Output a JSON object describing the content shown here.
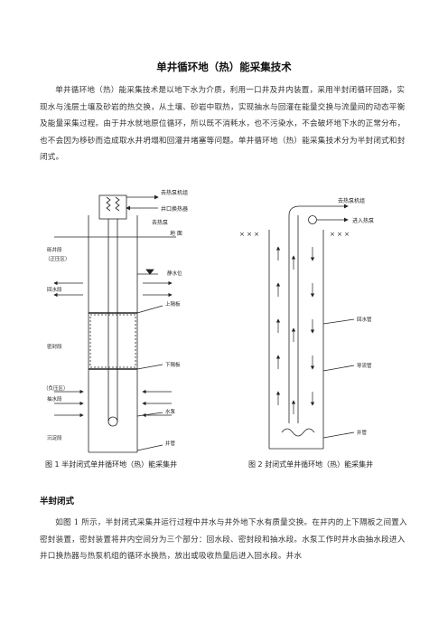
{
  "doc": {
    "title": "单井循环地（热）能采集技术",
    "intro": "单井循环地（热）能采集技术是以地下水为介质，利用一口井及井内装置，采用半封闭循环回路，实现水与浅层土壤及砂岩的热交换，从土壤、砂岩中取热，实现抽水与回灌在能量交换与流量间的动态平衡及能量采集过程。由于井水就地原位循环，所以既不消耗水，也不污染水，不会破坏地下水的正常分布，也不会因为移砂而造成取水井坍塌和回灌井堵塞等问题。单井循环地（热）能采集技术分为半封闭式和封闭式。",
    "fig1_caption": "图 1   半封闭式单井循环地（热）能采集井",
    "fig2_caption": "图 2   封闭式单井循环地（热）能采集井",
    "section_title": "半封闭式",
    "section_text": "如图 1 所示，半封闭式采集井运行过程中井水与井外地下水有质量交换。在井内的上下隔板之间置入密封装置，密封装置将井内空间分为三个部分：回水段、密封段和抽水段。水泵工作时井水由抽水段进入井口换热器与热泵机组的循环水换热，放出或吸收热量后进入回水段。井水"
  },
  "fig1": {
    "to_heatpump": "去热泵机组",
    "wellhead_hx": "井口换热器",
    "to_heatpump2": "去热泵",
    "ground": "地  面",
    "gravel_upper": "砾井段",
    "pressure_upper": "（正压区）",
    "return_section": "回水段",
    "static_level": "静水位",
    "upper_baffle": "上隔板",
    "seal_section": "密封段",
    "lower_baffle": "下隔板",
    "pressure_lower": "（负压区）",
    "pump_section": "抽水段",
    "pump": "水泵",
    "sediment": "沉淀段",
    "casing": "井管"
  },
  "fig2": {
    "to_heatpump": "去热泵机组",
    "to_heatpump2": "进入热泵",
    "return_pipe": "回水管",
    "guide_pipe": "导流管",
    "casing": "井管"
  }
}
